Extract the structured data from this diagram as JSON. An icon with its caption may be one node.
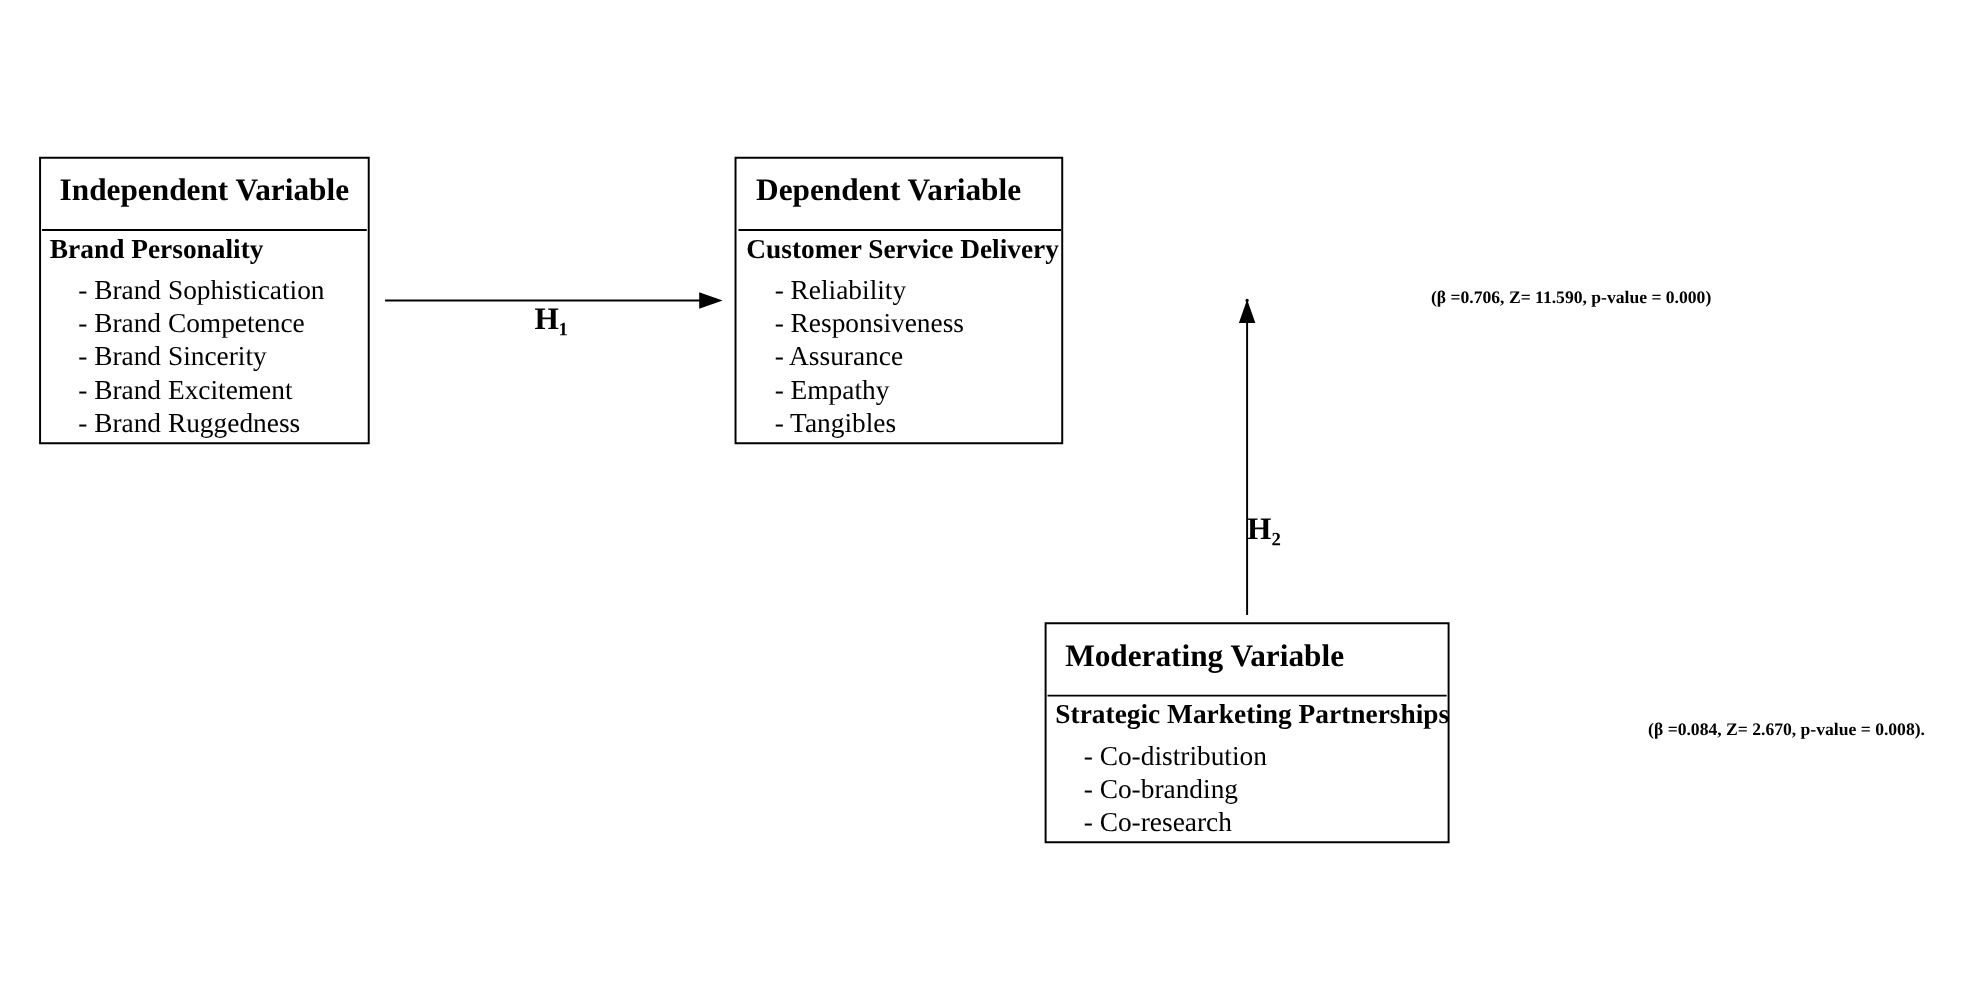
{
  "diagram": {
    "nodes": [
      {
        "text": [
          "Independent Variable",
          "Brand Personality",
          "- Brand Sophistication",
          "- Brand Competence",
          "- Brand Sincerity",
          "- Brand Excitement",
          "- Brand Ruggedness"
        ]
      },
      {
        "text": [
          "Dependent Variable",
          "Customer Service Delivery",
          "- Reliability",
          "- Responsiveness",
          "- Assurance",
          "- Empathy",
          "- Tangibles"
        ]
      },
      {
        "text": [
          "Moderating Variable",
          "Strategic Marketing Partnerships",
          "- Co-distribution",
          "- Co-branding",
          "- Co-research"
        ]
      }
    ],
    "edges": [
      {
        "from": 0,
        "to": 1,
        "arrow": "to",
        "label": "H₁"
      },
      {
        "from": 2,
        "to": null,
        "arrow": "to",
        "label": "H₂"
      }
    ],
    "labels": [
      "(β =0.706, Z= 11.590, p-value = 0.000)",
      "(β =0.084, Z= 2.670, p-value = 0.008)."
    ]
  }
}
